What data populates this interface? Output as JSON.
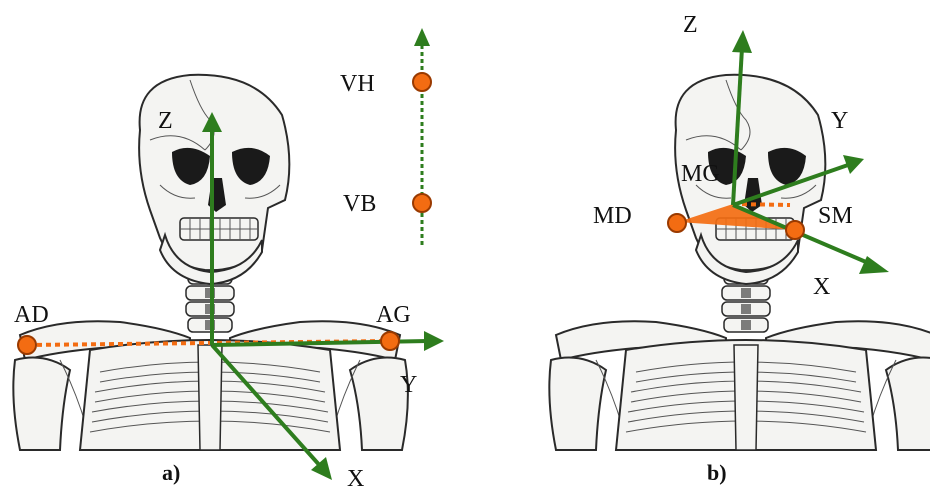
{
  "panel_a": {
    "caption": "a)",
    "axis_labels": {
      "z": "Z",
      "y": "Y",
      "x": "X"
    },
    "markers": {
      "ad": "AD",
      "ag": "AG",
      "vh": "VH",
      "vb": "VB"
    }
  },
  "panel_b": {
    "caption": "b)",
    "axis_labels": {
      "z": "Z",
      "y": "Y",
      "x": "X"
    },
    "markers": {
      "md": "MD",
      "sm": "SM",
      "mg": "MG"
    }
  },
  "colors": {
    "axis": "#2e7d1e",
    "marker": "#f36c12"
  }
}
